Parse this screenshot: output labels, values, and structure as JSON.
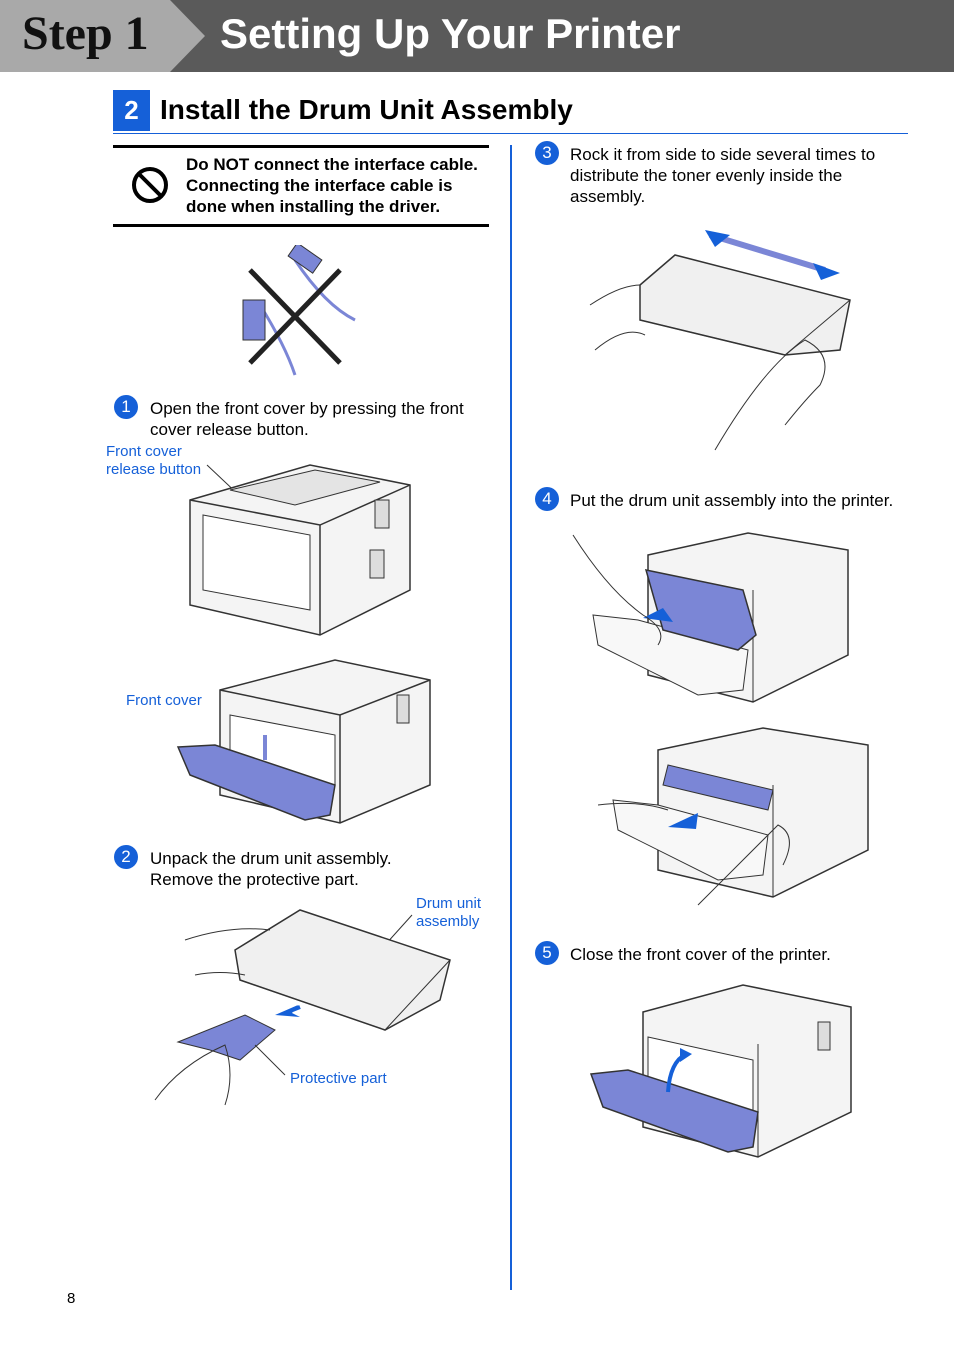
{
  "header": {
    "step": "Step 1",
    "title": "Setting Up Your Printer"
  },
  "section": {
    "number": "2",
    "title": "Install the Drum Unit Assembly"
  },
  "warning": {
    "text": "Do NOT connect the interface cable. Connecting the interface cable is done when installing the driver.",
    "icon": "no-entry-icon"
  },
  "steps": [
    {
      "num": "1",
      "text": "Open the front cover by pressing the front cover release button."
    },
    {
      "num": "2",
      "text": "Unpack the drum unit assembly. Remove the protective part."
    },
    {
      "num": "3",
      "text": "Rock it from side to side several times to distribute the toner evenly inside the assembly."
    },
    {
      "num": "4",
      "text": "Put the drum unit assembly into the printer."
    },
    {
      "num": "5",
      "text": "Close the front cover of the printer."
    }
  ],
  "labels": {
    "front_cover_release": "Front cover release button",
    "front_cover": "Front cover",
    "drum_unit": "Drum unit assembly",
    "protective_part": "Protective part"
  },
  "page_number": "8",
  "colors": {
    "accent": "#1560d8",
    "banner": "#5a5a5a",
    "part_fill": "#7b86d6"
  }
}
